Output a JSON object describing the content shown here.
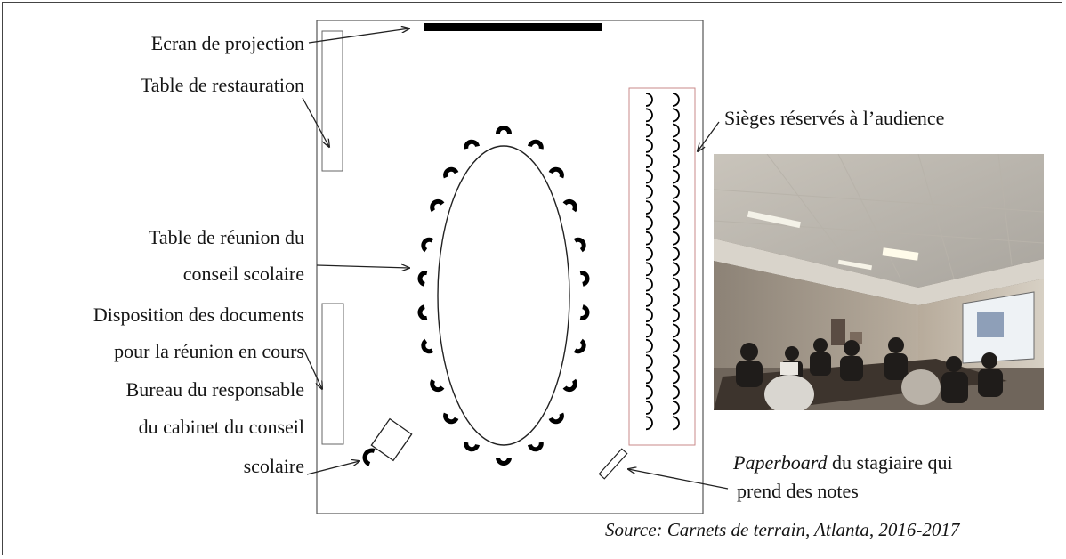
{
  "labels": {
    "projection_screen": "Ecran de projection",
    "catering_table": "Table de restauration",
    "board_table_line1": "Table de réunion du",
    "board_table_line2": "conseil scolaire",
    "documents_line1": "Disposition des documents",
    "documents_line2": "pour la réunion en cours",
    "office_line1": "Bureau du responsable",
    "office_line2": "du cabinet du conseil",
    "office_line3": "scolaire",
    "audience_seats": "Sièges réservés à l’audience",
    "paperboard_italic": "Paperboard",
    "paperboard_rest": " du stagiaire qui",
    "paperboard_line2": "prend des notes",
    "source": "Source: Carnets de terrain, Atlanta, 2016-2017"
  },
  "photo": {
    "description_icon": "meeting-room-photo",
    "colors": {
      "ceiling": "#cfcac0",
      "wall": "#b9b1a3",
      "screen": "#e8eef2",
      "floor": "#4a3f36"
    }
  },
  "colors": {
    "audience_box": "#c98a8a",
    "lines": "#222222",
    "seats": "#000000"
  }
}
